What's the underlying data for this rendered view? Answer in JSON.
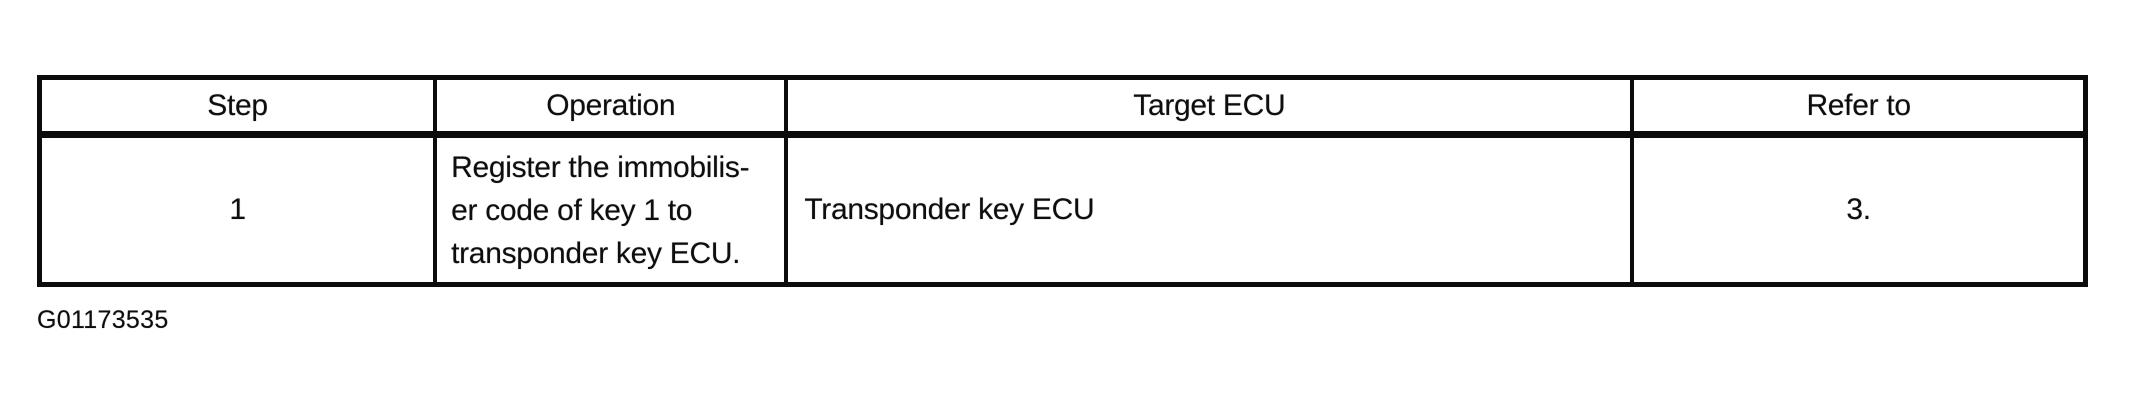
{
  "page": {
    "background_color": "#ffffff",
    "ink_color": "#0c0c0c"
  },
  "figure_code": "G01173535",
  "table": {
    "headers": [
      "Step",
      "Operation",
      "Target ECU",
      "Refer to"
    ],
    "rows": [
      {
        "step": "1",
        "operation_lines": [
          "Register the immobilis-",
          "er code of key 1 to",
          "transponder key ECU."
        ],
        "target_ecu": "Transponder key ECU",
        "refer_to": "3."
      }
    ]
  }
}
